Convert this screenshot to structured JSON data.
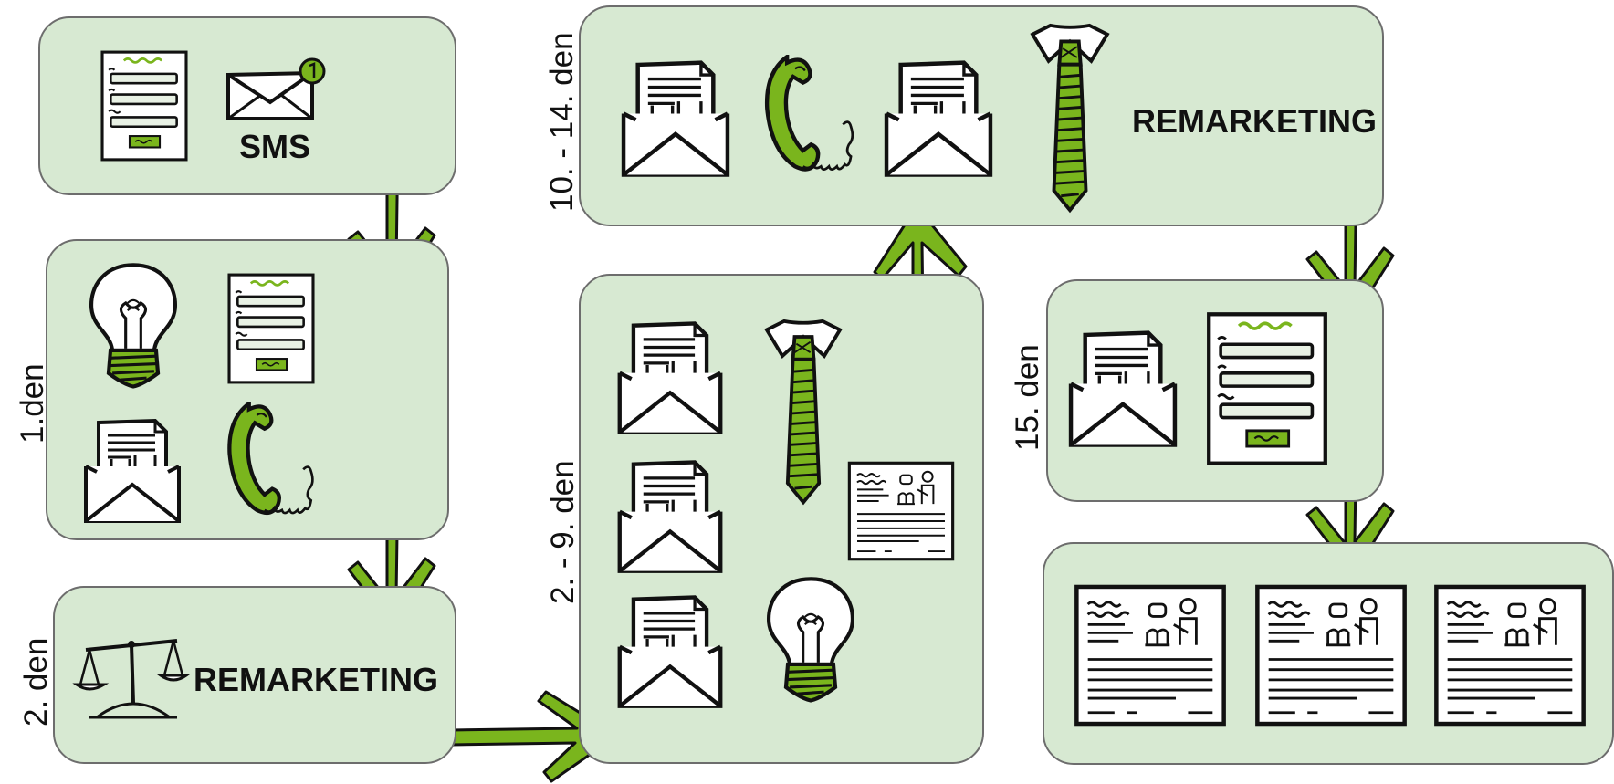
{
  "stages": [
    {
      "id": "stage-0",
      "label": "SMS"
    },
    {
      "id": "stage-1",
      "day": "1.den"
    },
    {
      "id": "stage-2",
      "day": "2. den",
      "label": "REMARKETING"
    },
    {
      "id": "stage-3",
      "day": "2. - 9. den"
    },
    {
      "id": "stage-4",
      "day": "10. - 14. den",
      "label": "REMARKETING"
    },
    {
      "id": "stage-5",
      "day": "15. den"
    },
    {
      "id": "stage-6"
    }
  ],
  "colors": {
    "box_fill": "#d7e9d2",
    "box_border": "#6d6d6d",
    "accent_green": "#7ab51d",
    "ink": "#111111"
  },
  "icons": [
    "form-icon",
    "sms-envelope-icon",
    "lightbulb-icon",
    "phone-icon",
    "envelope-letter-icon",
    "scales-icon",
    "tie-icon",
    "newspaper-icon"
  ]
}
